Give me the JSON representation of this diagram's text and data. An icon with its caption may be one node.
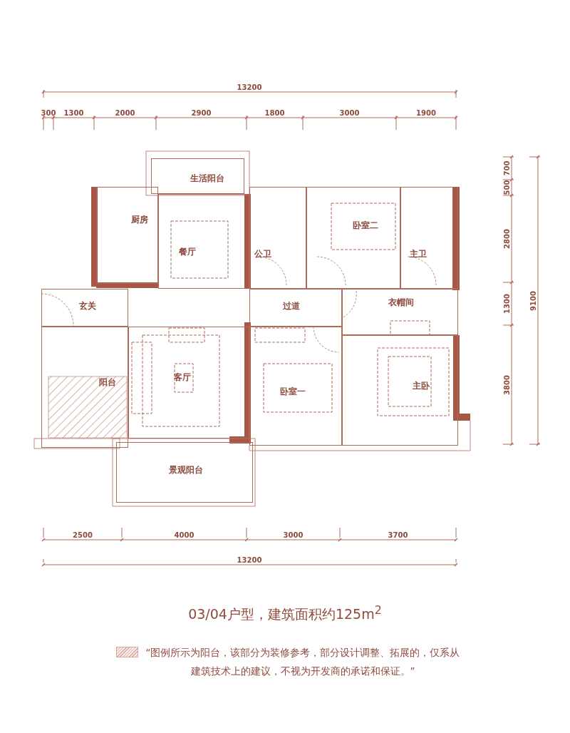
{
  "diagram": {
    "caption": "03/04户型，建筑面积约125m$^{2}$",
    "nodes": [
      {
        "text": [
          "生活阳台"
        ]
      },
      {
        "text": [
          "厨房"
        ]
      },
      {
        "text": [
          "餐厅"
        ]
      },
      {
        "text": [
          "公卫"
        ]
      },
      {
        "text": [
          "卧室二"
        ]
      },
      {
        "text": [
          "主卫"
        ]
      },
      {
        "text": [
          "玄关"
        ]
      },
      {
        "text": [
          "过道"
        ]
      },
      {
        "text": [
          "衣帽间"
        ]
      },
      {
        "text": [
          "客厅"
        ]
      },
      {
        "text": [
          "阳台"
        ]
      },
      {
        "text": [
          "卧室一"
        ]
      },
      {
        "text": [
          "主卧"
        ]
      },
      {
        "text": [
          "景观阳台"
        ]
      }
    ],
    "labels": [
      "13200",
      "300",
      "1300",
      "2000",
      "2900",
      "1800",
      "3000",
      "1900",
      "700",
      "500",
      "2800",
      "1300",
      "3800",
      "9100",
      "2500",
      "4000",
      "3000",
      "3700",
      "13200"
    ],
    "legend": [
      {
        "text": "“图例所示为阳台，该部分为装修参考，部分设计调整、拓展的，仅系从建筑技术上的建议，不视为开发商的承诺和保证。”"
      }
    ]
  }
}
